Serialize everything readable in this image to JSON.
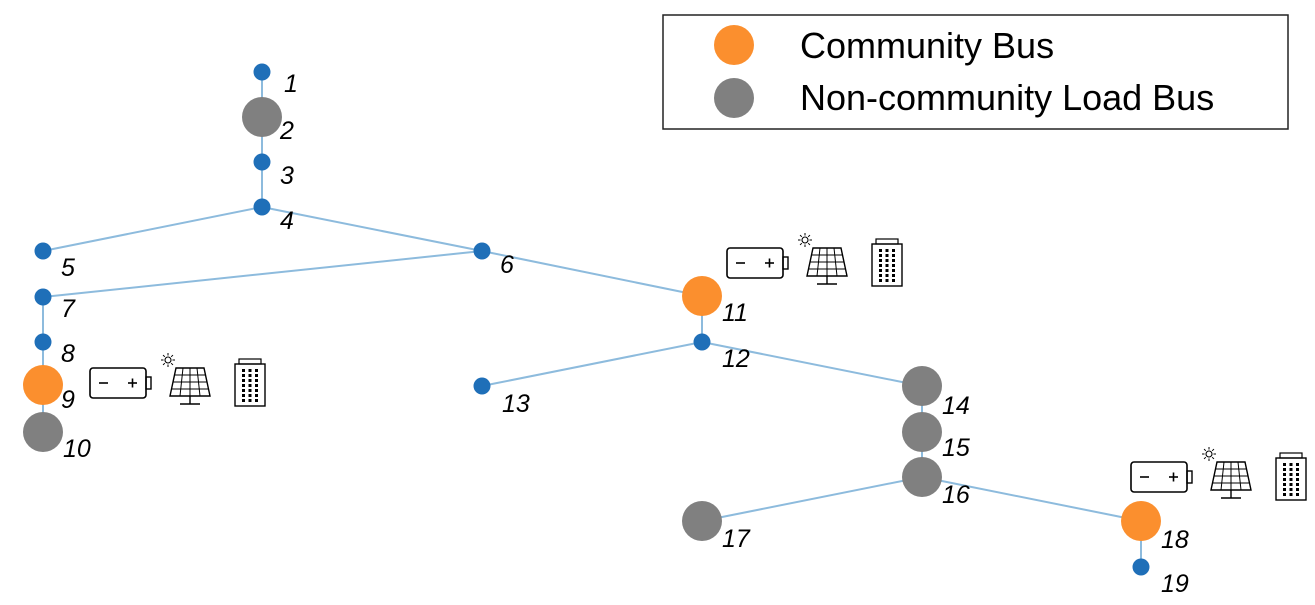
{
  "legend": {
    "community": {
      "label": "Community Bus",
      "color": "#fb8f2e"
    },
    "load": {
      "label": "Non-community Load Bus",
      "color": "#808080"
    }
  },
  "colors": {
    "plain_bus": "#1f6fb8",
    "edge": "#8dbbdd"
  },
  "nodes": [
    {
      "id": "1",
      "type": "plain"
    },
    {
      "id": "2",
      "type": "load"
    },
    {
      "id": "3",
      "type": "plain"
    },
    {
      "id": "4",
      "type": "plain"
    },
    {
      "id": "5",
      "type": "plain"
    },
    {
      "id": "6",
      "type": "plain"
    },
    {
      "id": "7",
      "type": "plain"
    },
    {
      "id": "8",
      "type": "plain"
    },
    {
      "id": "9",
      "type": "community",
      "assets": [
        "battery-icon",
        "solar-panel-icon",
        "building-icon"
      ]
    },
    {
      "id": "10",
      "type": "load"
    },
    {
      "id": "11",
      "type": "community",
      "assets": [
        "battery-icon",
        "solar-panel-icon",
        "building-icon"
      ]
    },
    {
      "id": "12",
      "type": "plain"
    },
    {
      "id": "13",
      "type": "plain"
    },
    {
      "id": "14",
      "type": "load"
    },
    {
      "id": "15",
      "type": "load"
    },
    {
      "id": "16",
      "type": "load"
    },
    {
      "id": "17",
      "type": "load"
    },
    {
      "id": "18",
      "type": "community",
      "assets": [
        "battery-icon",
        "solar-panel-icon",
        "building-icon"
      ]
    },
    {
      "id": "19",
      "type": "plain"
    }
  ],
  "edges": [
    [
      "1",
      "2"
    ],
    [
      "2",
      "3"
    ],
    [
      "3",
      "4"
    ],
    [
      "4",
      "5"
    ],
    [
      "4",
      "6"
    ],
    [
      "6",
      "7"
    ],
    [
      "7",
      "8"
    ],
    [
      "8",
      "9"
    ],
    [
      "9",
      "10"
    ],
    [
      "6",
      "11"
    ],
    [
      "11",
      "12"
    ],
    [
      "12",
      "13"
    ],
    [
      "12",
      "14"
    ],
    [
      "14",
      "15"
    ],
    [
      "15",
      "16"
    ],
    [
      "16",
      "17"
    ],
    [
      "16",
      "18"
    ],
    [
      "18",
      "19"
    ]
  ]
}
